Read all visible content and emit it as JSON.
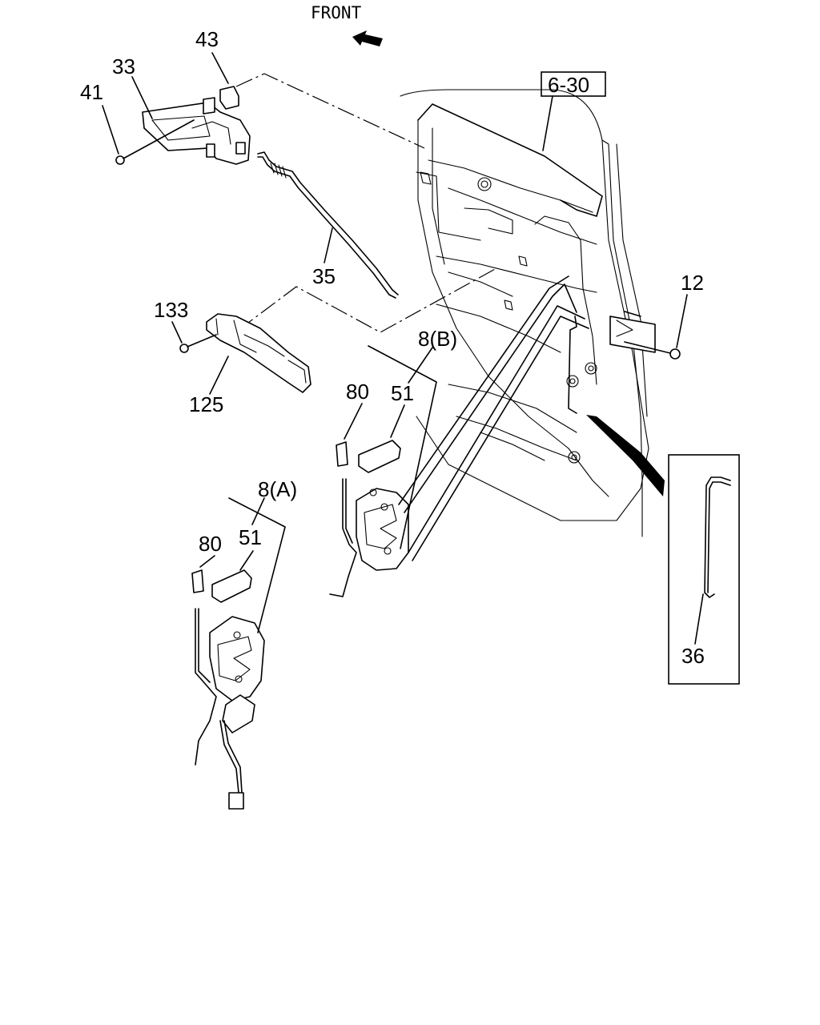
{
  "direction_label": "FRONT",
  "ref_box": "6-30",
  "callouts": {
    "c43": "43",
    "c33": "33",
    "c41": "41",
    "c35": "35",
    "c133": "133",
    "c125": "125",
    "c12": "12",
    "c8b": "8(B)",
    "c80b": "80",
    "c51b": "51",
    "c8a": "8(A)",
    "c80a": "80",
    "c51a": "51",
    "c36": "36"
  }
}
